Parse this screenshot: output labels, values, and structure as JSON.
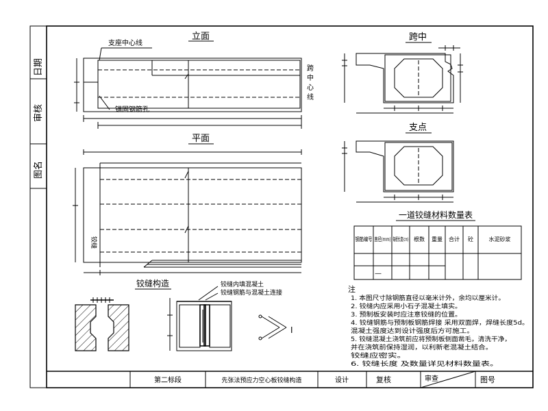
{
  "side_labels": {
    "date": "日期",
    "approval": "审核",
    "drawing": "图名"
  },
  "views": {
    "elevation_title": "立面",
    "plan_title": "平面",
    "end_section_title": "跨中",
    "support_section_title": "支点",
    "joint_detail_title": "铰缝构造"
  },
  "annotations": {
    "support_line": "支座中心线",
    "span_center": "跨中心线",
    "anchor_hole": "锚固钢筋孔",
    "plan_side_note": "铰缝",
    "joint_fill_1": "铰缝内填混凝土",
    "joint_fill_2": "铰缝钢筋与混凝土连接",
    "sym_mark": "I"
  },
  "material_table": {
    "title": "一道铰缝材料数量表",
    "headers": [
      "钢筋编号",
      "直径(mm)",
      "每根长度(cm)",
      "根数",
      "重量",
      "合计",
      "砼",
      "水泥砂浆"
    ],
    "rows": [
      [
        "",
        "",
        "",
        "",
        "",
        "",
        "",
        ""
      ],
      [
        "",
        "—",
        "",
        "",
        "",
        "",
        "",
        ""
      ]
    ]
  },
  "notes": {
    "heading": "注",
    "lines": [
      "1. 本图尺寸除钢筋直径以毫米计外，余均以厘米计。",
      "2. 铰缝内应采用小石子混凝土填实。",
      "3. 预制板安装时应注意铰缝的位置。",
      "4. 铰缝钢筋与预制板钢筋焊接      采用双面焊，焊缝长度5d。",
      "   混凝土强度达到设计强度后方可施工。",
      "5. 铰缝混凝土浇筑前应将预制板侧面凿毛，清洗干净，",
      "   并在浇筑前保持湿润，以利新老混凝土结合。",
      "   铰缝应密实。",
      "6. 铰缝长度      及数量详见材料数量表。"
    ]
  },
  "title_block": {
    "project": "第二标段",
    "drawing_name": "先张法预应力空心板铰缝构造",
    "designer": "设计",
    "reviewer": "复核",
    "checker": "审查",
    "sheet_label": "图号"
  }
}
